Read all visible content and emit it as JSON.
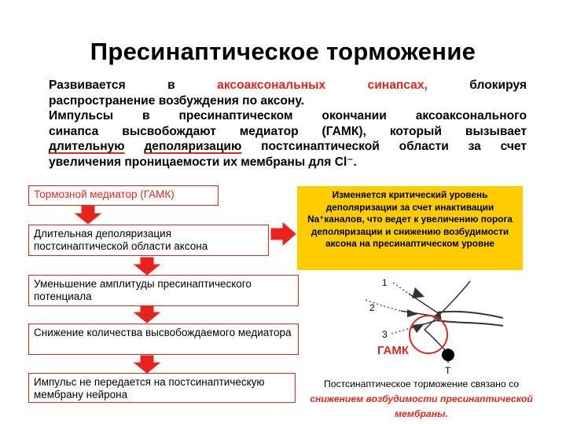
{
  "title": "Пресинаптическое торможение",
  "paragraph": {
    "l1_a": "Развивается",
    "l1_b": "в",
    "l1_c": "аксоаксональных",
    "l1_d": "синапсах,",
    "l1_e": "блокируя",
    "l2": "распространение возбуждения по аксону.",
    "l3": "Импульсы в пресинаптическом окончании аксоаксонального",
    "l4": "синапса высвобождают медиатор (ГАМК), который вызывает",
    "l5_a": "длительную",
    "l5_b": "деполяризацию",
    "l5_c": "постсинаптической области за счет",
    "l6": "увеличения проницаемости их мембраны для Cl⁻."
  },
  "flow": {
    "step1": "Тормозной медиатор (ГАМК)",
    "step2": "Длительная деполяризация постсинаптической области аксона",
    "step3": "Уменьшение амплитуды пресинаптического потенциала",
    "step4": "Снижение количества высвобождаемого медиатора",
    "step5": "Импульс не передается на постсинаптическую мембрану нейрона"
  },
  "yellow_box": "Изменяется критический уровень деполяризации за счет инактивации Na⁺каналов, что ведет к увеличению порога деполяризации и снижению возбудимости аксона на пресинаптическом уровне",
  "diagram": {
    "labels": [
      "1",
      "2",
      "3",
      "Т"
    ],
    "transmitter": "ГАМК"
  },
  "note": {
    "plain": "Постсинаптическое торможение связано со",
    "emphasis": "снижением возбудимости пресинаптической мембраны."
  },
  "colors": {
    "accent": "#e02a20",
    "yellow": "#ffcc00"
  }
}
